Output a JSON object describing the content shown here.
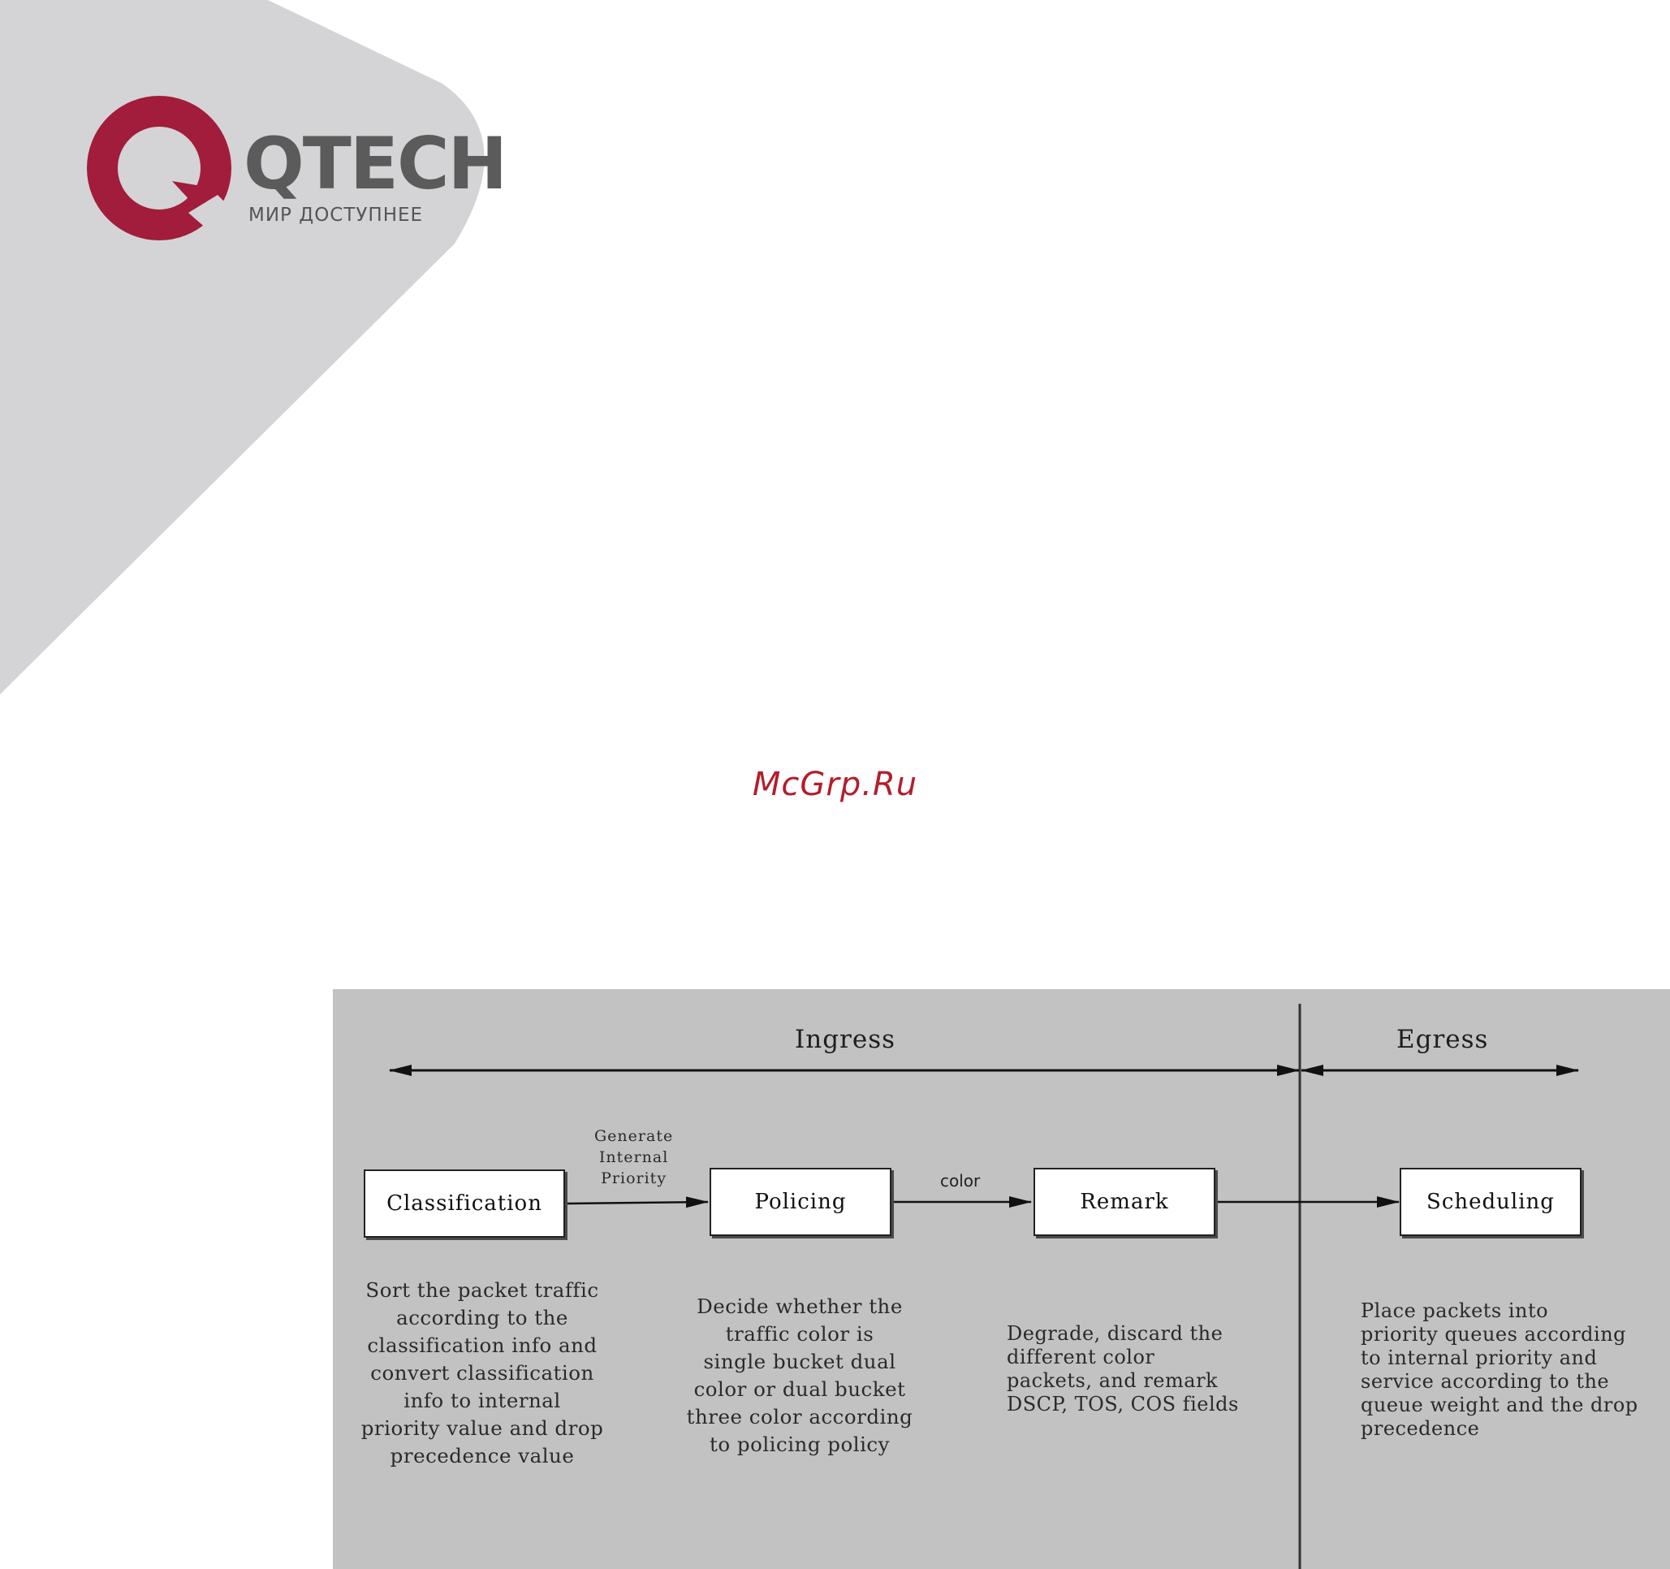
{
  "brand": {
    "name": "QTECH",
    "tagline": "МИР ДОСТУПНЕЕ",
    "colors": {
      "accent": "#a11d3b",
      "wordmark": "#5b5b5b",
      "background_shape": "#d4d4d6"
    }
  },
  "watermark": "McGrp.Ru",
  "diagram": {
    "zones": {
      "ingress": "Ingress",
      "egress": "Egress"
    },
    "boxes": {
      "classification": "Classification",
      "policing": "Policing",
      "remark": "Remark",
      "scheduling": "Scheduling"
    },
    "edge_labels": {
      "generate": "Generate\nInternal\nPriority",
      "color": "color"
    },
    "descriptions": {
      "classification": "Sort the packet traffic\naccording to the\nclassification info and\nconvert classification\ninfo to internal\npriority value and drop\nprecedence value",
      "policing": "Decide whether the\ntraffic color is\nsingle bucket dual\ncolor or dual bucket\nthree color according\nto policing policy",
      "remark": "Degrade, discard the\ndifferent color\npackets, and remark\nDSCP, TOS, COS fields",
      "scheduling": "Place packets into\npriority queues according\nto internal priority and\nservice according to the\nqueue weight and the drop\nprecedence"
    },
    "colors": {
      "panel": "#c2c2c2",
      "box": "#ffffff",
      "line": "#111111"
    }
  }
}
